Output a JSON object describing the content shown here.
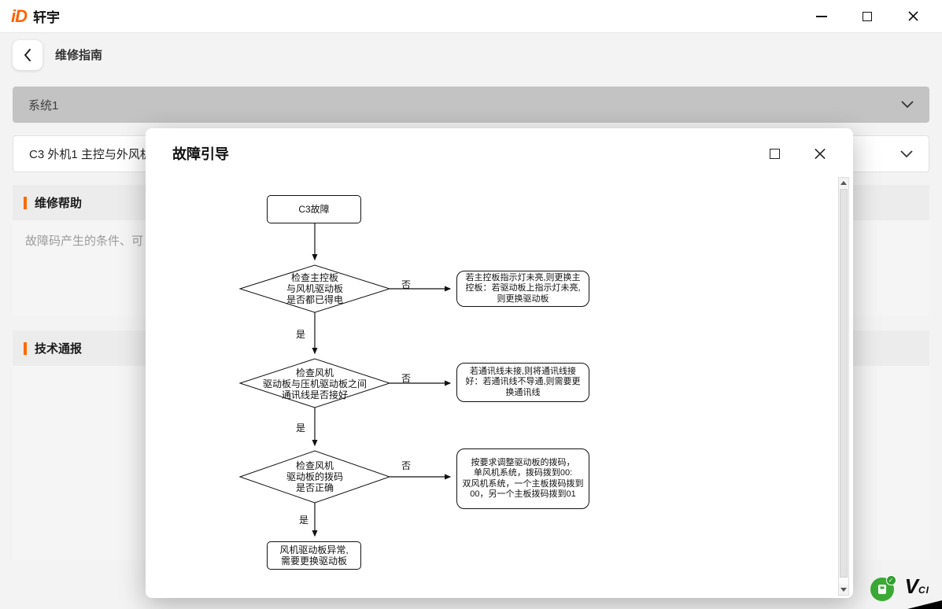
{
  "titlebar": {
    "logo_text": "iD",
    "app_name": "轩宇"
  },
  "nav": {
    "title": "维修指南"
  },
  "main": {
    "system_accordion_label": "系统1",
    "fault_code_label": "C3 外机1 主控与外风机",
    "repair_help": {
      "title": "维修帮助",
      "body": "故障码产生的条件、可"
    },
    "tech_bulletin": {
      "title": "技术通报"
    }
  },
  "modal": {
    "title": "故障引导",
    "flowchart": {
      "start": "C3故障",
      "decision1": "检查主控板\n与风机驱动板\n是否都已得电",
      "action1": "若主控板指示灯未亮,则更换主\n控板：若驱动板上指示灯未亮,\n则更换驱动板",
      "decision2": "检查风机\n驱动板与压机驱动板之间\n通讯线是否接好",
      "action2": "若通讯线未接,则将通讯线接\n好：若通讯线不导通,则需要更\n换通讯线",
      "decision3": "检查风机\n驱动板的拨码\n是否正确",
      "action3": "按要求调整驱动板的拨码，\n单风机系统，拨码拨到00:\n双风机系统，一个主板拨码拨到\n00，另一个主板拨码拨到01",
      "end": "风机驱动板异常,\n需要更换驱动板",
      "yes_label": "是",
      "no_label": "否"
    }
  },
  "status": {
    "vci_v": "V",
    "vci_ci": "CI",
    "vci_check": "✓"
  },
  "icons": [
    "minimize-icon",
    "maximize-icon",
    "close-icon",
    "back-chevron-icon",
    "chevron-down-icon",
    "scroll-up-icon",
    "scroll-down-icon",
    "vci-device-icon",
    "check-badge-icon"
  ],
  "colors": {
    "accent_orange": "#ff6a00",
    "accordion_gray": "#c3c3c3",
    "vci_green": "#3aaa35"
  }
}
